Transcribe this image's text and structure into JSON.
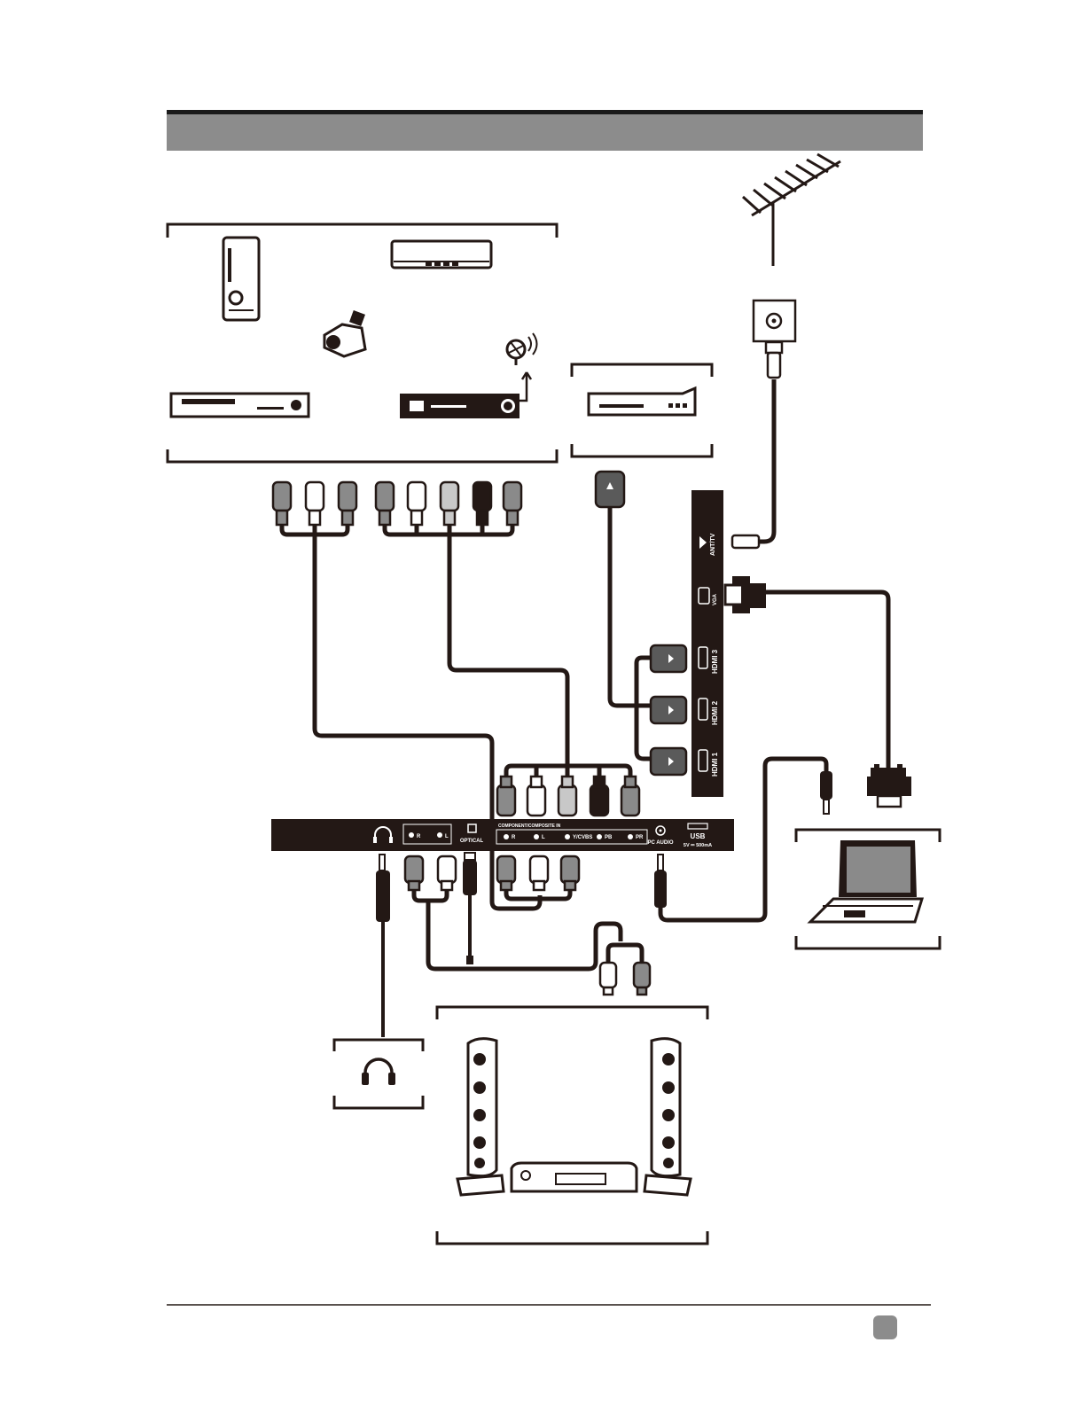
{
  "header": {
    "title": ""
  },
  "panel": {
    "headphone_port": "",
    "audio_out_r": "R",
    "audio_out_l": "L",
    "optical": "OPTICAL",
    "component_title": "COMPONENT/COMPOSITE IN",
    "comp_r": "R",
    "comp_l": "L",
    "comp_y": "Y/CVBS",
    "comp_pb": "PB",
    "comp_pr": "PR",
    "pc_audio": "PC AUDIO",
    "usb": "USB",
    "usb_power": "5V ⎓ 500mA"
  },
  "side_panel": {
    "ant": "ANT/TV",
    "vga": "VGA",
    "hdmi3": "HDMI 3",
    "hdmi2": "HDMI 2",
    "hdmi1": "HDMI 1"
  },
  "footer": {
    "page_number": ""
  },
  "colors": {
    "header_bar": "#8c8c8c",
    "header_rule": "#1a1a1a",
    "panel": "#231815",
    "cable": "#231815",
    "plug_gray": "#8a8a8a",
    "page_badge": "#8c8c8c"
  }
}
